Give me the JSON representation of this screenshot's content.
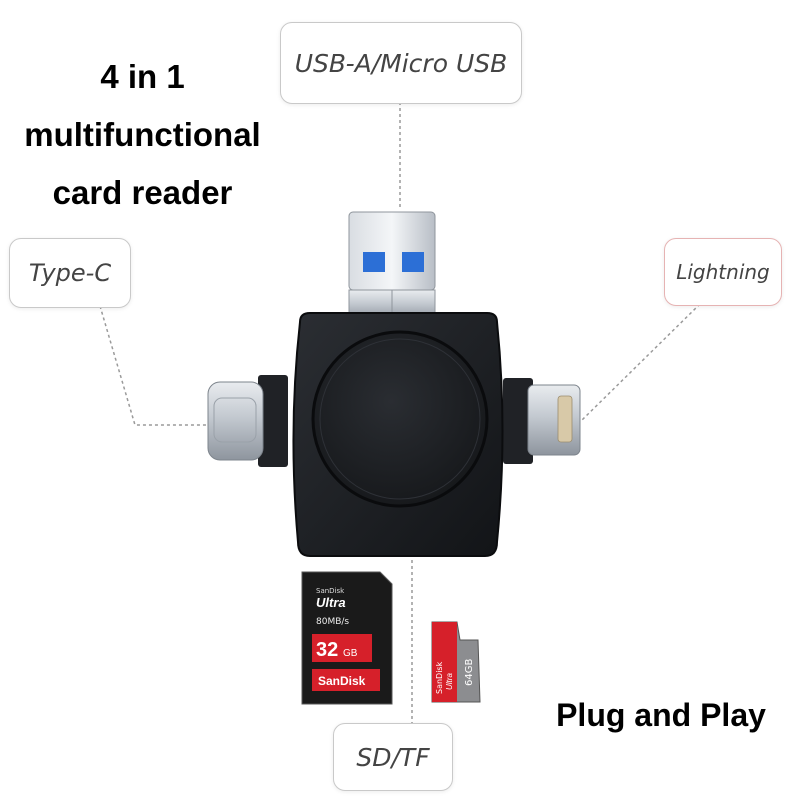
{
  "headline": {
    "line1": "4 in 1",
    "line2": "multifunctional",
    "line3": "card reader"
  },
  "callouts": {
    "usb": "USB-A/Micro USB",
    "typec": "Type-C",
    "lightning": "Lightning",
    "sdtf": "SD/TF"
  },
  "tagline": "Plug and Play",
  "sd_card": {
    "brand": "SanDisk",
    "line": "Ultra",
    "speed": "80MB/s",
    "capacity": "32",
    "unit": "GB",
    "footer": "SanDisk"
  },
  "micro_sd": {
    "brand": "SanDisk",
    "line": "Ultra",
    "capacity": "64GB"
  },
  "colors": {
    "body": "#1c1e22",
    "sd_red": "#d6202a",
    "metal": "#c7ccd2"
  }
}
